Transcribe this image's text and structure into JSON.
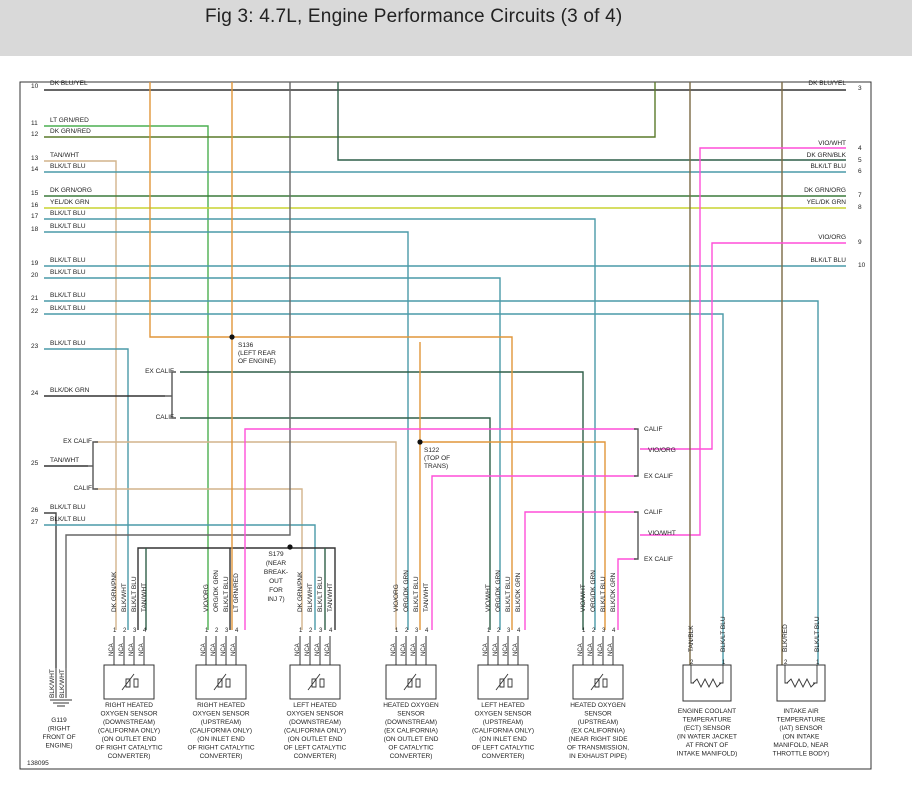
{
  "header": {
    "title": "Fig 3: 4.7L, Engine Performance Circuits (3 of 4)"
  },
  "colors": {
    "orange": "#e0963a",
    "brown": "#7a6a45",
    "green": "#4caf50",
    "darkgreen": "#3b7a3b",
    "tan": "#d2b48c",
    "blue": "#4a9aa8",
    "yellowgreen": "#c8d431",
    "magenta": "#ff4fd8",
    "olive": "#5a7a2a",
    "darkgreenblack": "#2f5f48",
    "black": "#222222",
    "gray": "#888888"
  },
  "left_wires": [
    {
      "num": "10",
      "label": "DK BLU/YEL"
    },
    {
      "num": "11",
      "label": "LT GRN/RED"
    },
    {
      "num": "12",
      "label": "DK GRN/RED"
    },
    {
      "num": "13",
      "label": "TAN/WHT"
    },
    {
      "num": "14",
      "label": "BLK/LT BLU"
    },
    {
      "num": "15",
      "label": "DK GRN/ORG"
    },
    {
      "num": "16",
      "label": "YEL/DK GRN"
    },
    {
      "num": "17",
      "label": "BLK/LT BLU"
    },
    {
      "num": "18",
      "label": "BLK/LT BLU"
    },
    {
      "num": "19",
      "label": "BLK/LT BLU"
    },
    {
      "num": "20",
      "label": "BLK/LT BLU"
    },
    {
      "num": "21",
      "label": "BLK/LT BLU"
    },
    {
      "num": "22",
      "label": "BLK/LT BLU"
    },
    {
      "num": "23",
      "label": "BLK/LT BLU"
    },
    {
      "num": "24",
      "label": "BLK/DK GRN"
    },
    {
      "num": "25",
      "label": "TAN/WHT"
    },
    {
      "num": "26",
      "label": "BLK/LT BLU"
    },
    {
      "num": "27",
      "label": "BLK/LT BLU"
    }
  ],
  "right_wires": [
    {
      "num": "3",
      "label": "DK BLU/YEL"
    },
    {
      "num": "4",
      "label": "VIO/WHT"
    },
    {
      "num": "5",
      "label": "DK GRN/BLK"
    },
    {
      "num": "6",
      "label": "BLK/LT BLU"
    },
    {
      "num": "7",
      "label": "DK GRN/ORG"
    },
    {
      "num": "8",
      "label": "YEL/DK GRN"
    },
    {
      "num": "9",
      "label": "VIO/ORG"
    },
    {
      "num": "10",
      "label": "BLK/LT BLU"
    }
  ],
  "branch_labels": {
    "ex_calif_1": "EX CALIF",
    "calif_1": "CALIF",
    "ex_calif_2": "EX CALIF",
    "calif_2": "CALIF",
    "calif_r1": "CALIF",
    "vio_org_r": "VIO/ORG",
    "ex_calif_r1": "EX CALIF",
    "calif_r2": "CALIF",
    "vio_wht_r": "VIO/WHT",
    "ex_calif_r2": "EX CALIF"
  },
  "splices": [
    {
      "id": "S136",
      "lines": [
        "S136",
        "(LEFT REAR",
        "OF ENGINE)"
      ]
    },
    {
      "id": "S122",
      "lines": [
        "S122",
        "(TOP OF",
        "TRANS)"
      ]
    },
    {
      "id": "S179",
      "lines": [
        "S179",
        "(NEAR",
        "BREAK-",
        "OUT",
        "FOR",
        "INJ 7)"
      ]
    }
  ],
  "sensors": [
    {
      "pins": [
        "TAN/WHT",
        "BLK/LT BLU",
        "BLK/WHT",
        "DK GRN/PNK"
      ],
      "desc": [
        "RIGHT HEATED",
        "OXYGEN SENSOR",
        "(DOWNSTREAM)",
        "(CALIFORNIA ONLY)",
        "(ON OUTLET END",
        "OF RIGHT CATALYTIC",
        "CONVERTER)"
      ]
    },
    {
      "pins": [
        "LT GRN/RED",
        "BLK/LT BLU",
        "ORG/DK GRN",
        "VIO/ORG"
      ],
      "desc": [
        "RIGHT HEATED",
        "OXYGEN SENSOR",
        "(UPSTREAM)",
        "(CALIFORNIA ONLY)",
        "(ON INLET END",
        "OF RIGHT CATALYTIC",
        "CONVERTER)"
      ]
    },
    {
      "pins": [
        "TAN/WHT",
        "BLK/LT BLU",
        "BLK/WHT",
        "DK GRN/PNK"
      ],
      "desc": [
        "LEFT HEATED",
        "OXYGEN SENSOR",
        "(DOWNSTREAM)",
        "(CALIFORNIA ONLY)",
        "(ON OUTLET END",
        "OF LEFT CATALYTIC",
        "CONVERTER)"
      ]
    },
    {
      "pins": [
        "TAN/WHT",
        "BLK/LT BLU",
        "ORG/DK GRN",
        "VIO/ORG"
      ],
      "desc": [
        "HEATED OXYGEN",
        "SENSOR",
        "(DOWNSTREAM)",
        "(EX CALIFORNIA)",
        "(ON OUTLET END",
        "OF CATALYTIC",
        "CONVERTER)"
      ]
    },
    {
      "pins": [
        "BLK/DK GRN",
        "BLK/LT BLU",
        "ORG/DK GRN",
        "VIO/WHT"
      ],
      "desc": [
        "LEFT HEATED",
        "OXYGEN SENSOR",
        "(UPSTREAM)",
        "(CALIFORNIA ONLY)",
        "(ON INLET END",
        "OF LEFT CATALYTIC",
        "CONVERTER)"
      ]
    },
    {
      "pins": [
        "BLK/DK GRN",
        "BLK/LT BLU",
        "ORG/DK GRN",
        "VIO/WHT"
      ],
      "desc": [
        "HEATED OXYGEN",
        "SENSOR",
        "(UPSTREAM)",
        "(EX CALIFORNIA)",
        "(NEAR RIGHT SIDE",
        "OF TRANSMISSION,",
        "IN EXHAUST PIPE)"
      ]
    }
  ],
  "nca_label": "NCA",
  "ect_sensor": {
    "pins": [
      "TAN/BLK",
      "BLK/LT BLU"
    ],
    "desc": [
      "ENGINE COOLANT",
      "TEMPERATURE",
      "(ECT) SENSOR",
      "(IN WATER JACKET",
      "AT FRONT OF",
      "INTAKE MANIFOLD)"
    ]
  },
  "iat_sensor": {
    "pins": [
      "BLK/RED",
      "BLK/LT BLU"
    ],
    "desc": [
      "INTAKE AIR",
      "TEMPERATURE",
      "(IAT) SENSOR",
      "(ON INTAKE",
      "MANIFOLD, NEAR",
      "THROTTLE BODY)"
    ]
  },
  "ground": {
    "pins": [
      "BLK/WHT",
      "BLK/WHT"
    ],
    "desc": [
      "G119",
      "(RIGHT",
      "FRONT OF",
      "ENGINE)"
    ]
  },
  "figure_id": "138095"
}
